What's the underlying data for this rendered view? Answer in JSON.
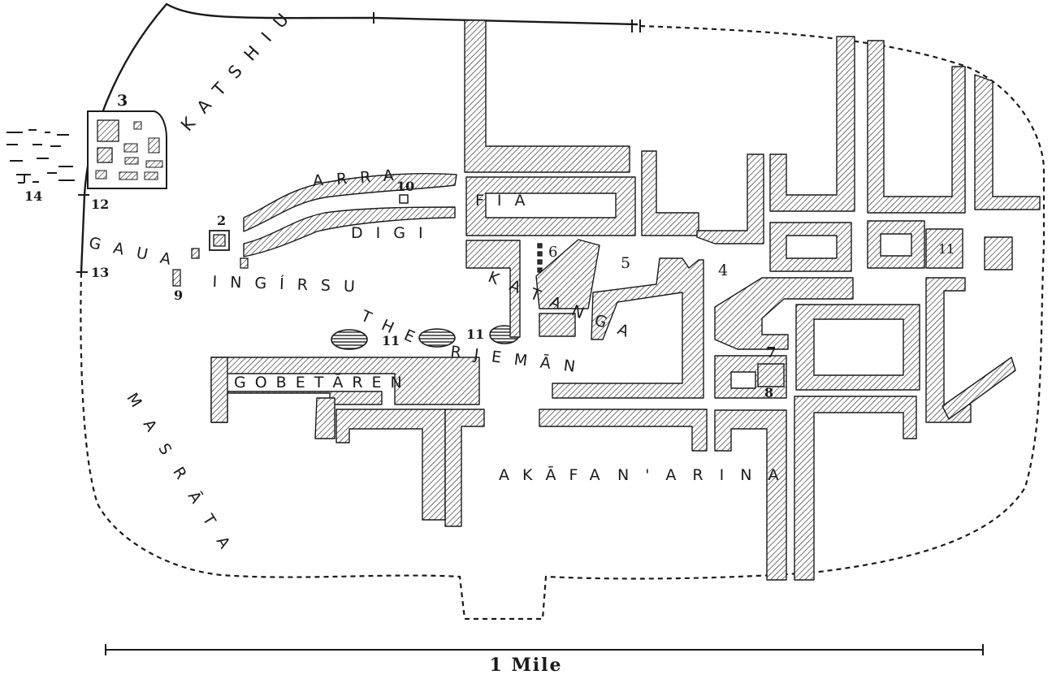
{
  "map": {
    "districts": [
      {
        "id": "katshiu",
        "text": "KATSHIU"
      },
      {
        "id": "arra",
        "text": "ARRA"
      },
      {
        "id": "fia",
        "text": "FIA"
      },
      {
        "id": "digi",
        "text": "DIGI"
      },
      {
        "id": "gaua",
        "text": "GAUA"
      },
      {
        "id": "ingirsu",
        "text": "INGÍRSU"
      },
      {
        "id": "katanga",
        "text": "KATANGA"
      },
      {
        "id": "the",
        "text": "THE"
      },
      {
        "id": "rjeman",
        "text": "RJEMĀN"
      },
      {
        "id": "gobetaren",
        "text": "GOBETĀREN"
      },
      {
        "id": "masrata",
        "text": "MASRĀTA"
      },
      {
        "id": "akafa",
        "text": "AKĀFA"
      },
      {
        "id": "narina",
        "text": "N'ARINA"
      }
    ],
    "markers": [
      {
        "id": "m2",
        "text": "2"
      },
      {
        "id": "m3",
        "text": "3"
      },
      {
        "id": "m4",
        "text": "4"
      },
      {
        "id": "m5",
        "text": "5"
      },
      {
        "id": "m6",
        "text": "6"
      },
      {
        "id": "m7",
        "text": "7"
      },
      {
        "id": "m8",
        "text": "8"
      },
      {
        "id": "m9",
        "text": "9"
      },
      {
        "id": "m10",
        "text": "10"
      },
      {
        "id": "m11a",
        "text": "11"
      },
      {
        "id": "m11b",
        "text": "11"
      },
      {
        "id": "m11c",
        "text": "11"
      },
      {
        "id": "m12",
        "text": "12"
      },
      {
        "id": "m13",
        "text": "13"
      },
      {
        "id": "m14",
        "text": "14"
      }
    ],
    "scale": {
      "label": "1 Mile"
    }
  }
}
